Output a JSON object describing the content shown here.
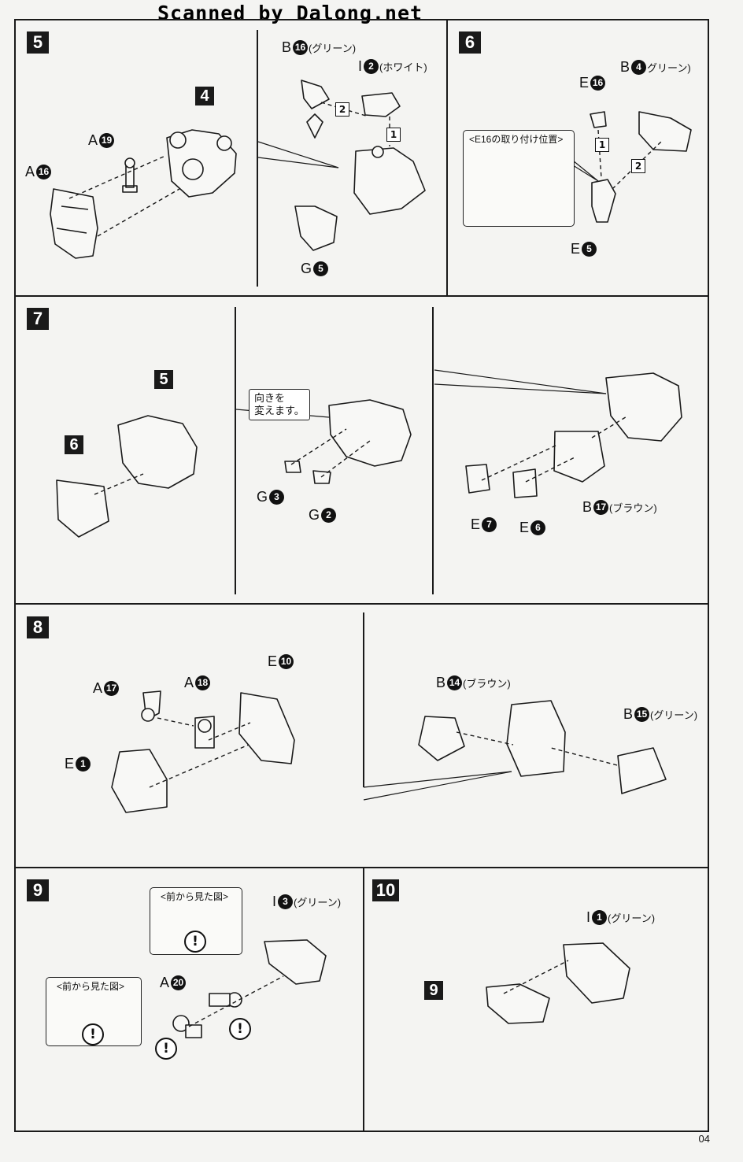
{
  "header": {
    "scan_credit": "Scanned by Dalong.net"
  },
  "page_number": "04",
  "steps": {
    "s5": "5",
    "s6": "6",
    "s7": "7",
    "s8": "8",
    "s9": "9",
    "s10": "10"
  },
  "sub_badges": {
    "p4": "4",
    "p5": "5",
    "p6": "6",
    "p9": "9"
  },
  "sequence": {
    "one": "1",
    "two": "2"
  },
  "warning_symbol": "!",
  "labels": {
    "a16": {
      "r": "A",
      "n": "16",
      "c": ""
    },
    "a19": {
      "r": "A",
      "n": "19",
      "c": ""
    },
    "b16g": {
      "r": "B",
      "n": "16",
      "c": "(グリーン)"
    },
    "i2w": {
      "r": "I",
      "n": "2",
      "c": "(ホワイト)"
    },
    "g5": {
      "r": "G",
      "n": "5",
      "c": ""
    },
    "e16": {
      "r": "E",
      "n": "16",
      "c": ""
    },
    "b4g": {
      "r": "B",
      "n": "4",
      "c": "グリーン)"
    },
    "e5": {
      "r": "E",
      "n": "5",
      "c": ""
    },
    "g3": {
      "r": "G",
      "n": "3",
      "c": ""
    },
    "g2": {
      "r": "G",
      "n": "2",
      "c": ""
    },
    "e7": {
      "r": "E",
      "n": "7",
      "c": ""
    },
    "e6": {
      "r": "E",
      "n": "6",
      "c": ""
    },
    "b17b": {
      "r": "B",
      "n": "17",
      "c": "(ブラウン)"
    },
    "a17": {
      "r": "A",
      "n": "17",
      "c": ""
    },
    "a18": {
      "r": "A",
      "n": "18",
      "c": ""
    },
    "e10": {
      "r": "E",
      "n": "10",
      "c": ""
    },
    "e1": {
      "r": "E",
      "n": "1",
      "c": ""
    },
    "b14b": {
      "r": "B",
      "n": "14",
      "c": "(ブラウン)"
    },
    "b15g": {
      "r": "B",
      "n": "15",
      "c": "(グリーン)"
    },
    "i3g": {
      "r": "I",
      "n": "3",
      "c": "(グリーン)"
    },
    "a20": {
      "r": "A",
      "n": "20",
      "c": ""
    },
    "i1g": {
      "r": "I",
      "n": "1",
      "c": "(グリーン)"
    }
  },
  "notes": {
    "e16_position": "<E16の取り付け位置>",
    "change_direction": "向きを\n変えます。",
    "front_view_1": "<前から見た図>",
    "front_view_2": "<前から見た図>"
  }
}
